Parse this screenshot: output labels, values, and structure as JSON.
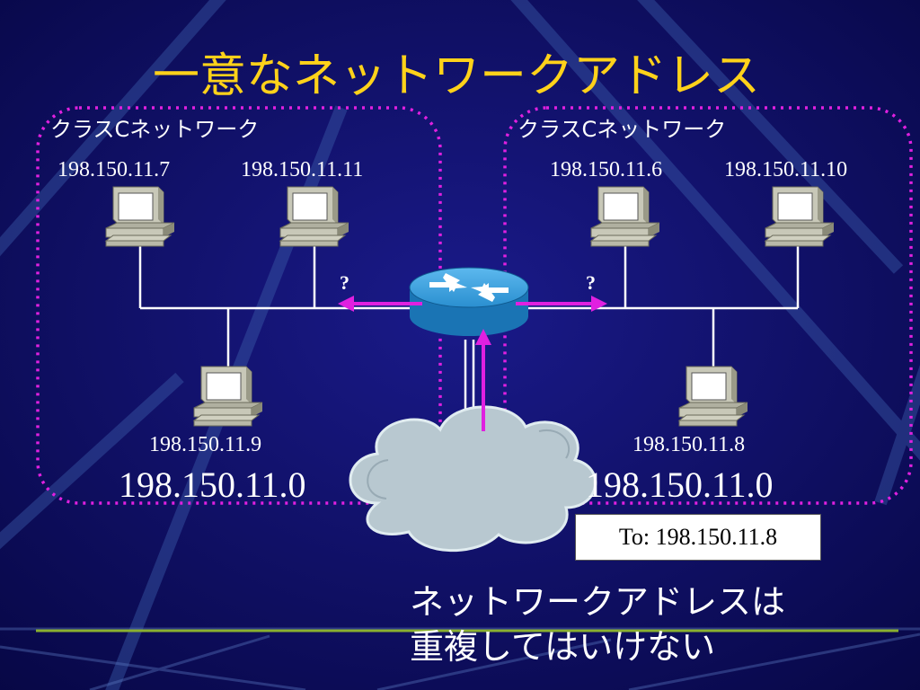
{
  "title": "一意なネットワークアドレス",
  "left_network": {
    "label": "クラスCネットワーク",
    "host_top_left": "198.150.11.7",
    "host_top_right": "198.150.11.11",
    "host_bottom": "198.150.11.9",
    "network_address": "198.150.11.0"
  },
  "right_network": {
    "label": "クラスCネットワーク",
    "host_top_left": "198.150.11.6",
    "host_top_right": "198.150.11.10",
    "host_bottom": "198.150.11.8",
    "network_address": "198.150.11.0"
  },
  "question_left": "?",
  "question_right": "?",
  "packet_label": "To: 198.150.11.8",
  "note_line1": "ネットワークアドレスは",
  "note_line2": "重複してはいけない",
  "colors": {
    "background": "#0d0d66",
    "title": "#ffd21a",
    "network_boundary": "#e020e0",
    "arrow": "#e020e0",
    "router": "#2a8fd0",
    "cloud": "#b8c8d0"
  },
  "icons": [
    "computer-icon",
    "router-icon",
    "cloud-icon"
  ]
}
